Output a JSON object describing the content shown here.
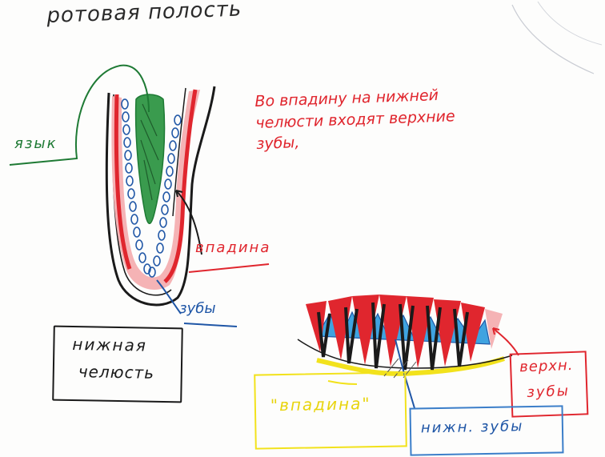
{
  "title": "ротовая полость",
  "note": "Во впадину на нижней челюсти входят верхние зубы,",
  "labels": {
    "tongue": "язык",
    "hollow": "впадина",
    "teeth": "зубы",
    "jaw_line1": "нижная",
    "jaw_line2": "челюсть",
    "upper_line1": "верхн.",
    "upper_line2": "зубы",
    "hollow_quoted": "\"впадина\"",
    "lower_teeth": "нижн. зубы"
  },
  "colors": {
    "ink": "#1a1a1a",
    "red": "#e0262e",
    "green": "#1e7a34",
    "blue": "#1f56a6",
    "light_blue": "#3fa3e0",
    "yellow": "#f2e21c",
    "pink": "#f5b3b5"
  }
}
